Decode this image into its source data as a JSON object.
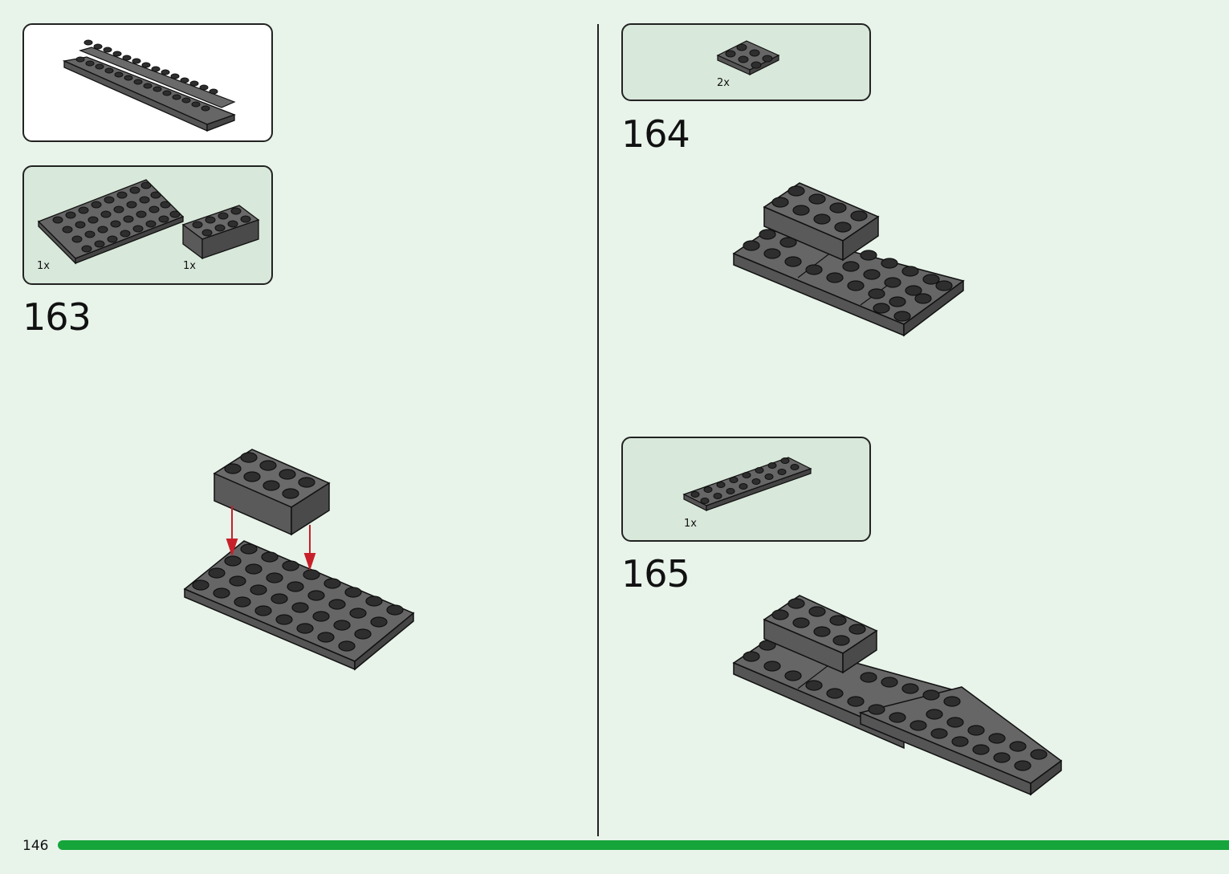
{
  "page": {
    "number": "146"
  },
  "steps": [
    {
      "number": "163",
      "parts": [
        {
          "qty": "1x"
        },
        {
          "qty": "1x"
        }
      ]
    },
    {
      "number": "164",
      "parts": [
        {
          "qty": "2x"
        }
      ]
    },
    {
      "number": "165",
      "parts": [
        {
          "qty": "1x"
        }
      ]
    }
  ],
  "colors": {
    "background": "#e8f3ea",
    "parts_box": "#d8e8da",
    "brick": "#5a5a5a",
    "arrow": "#c8202a",
    "accent_bar": "#15a53a"
  }
}
